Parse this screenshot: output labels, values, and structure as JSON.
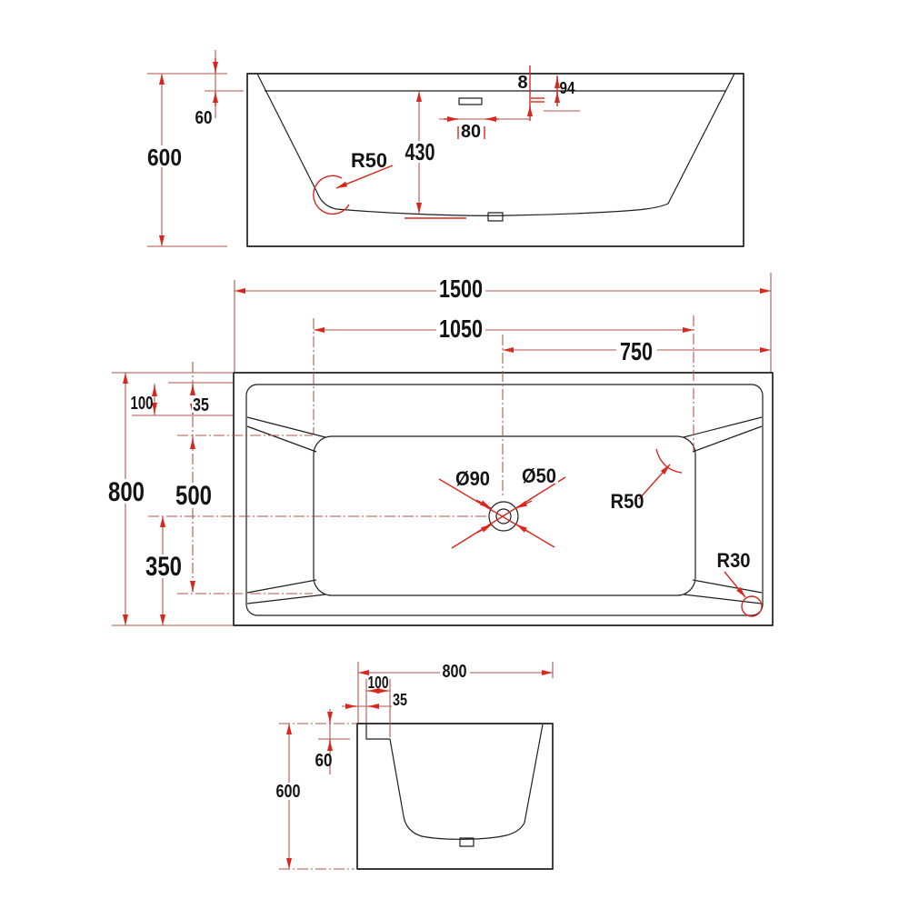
{
  "drawing": {
    "type": "bathtub-technical-drawing",
    "colors": {
      "outline": "#1f1f1f",
      "dim_line": "#b2564e",
      "accent_red": "#d8271f",
      "background": "#ffffff"
    },
    "front": {
      "labels": {
        "rim_drop": "60",
        "total_height": "600",
        "corner_radius": "R50",
        "depth": "430",
        "overflow_gap": "8",
        "overflow_drop": "94",
        "overflow_width": "80"
      }
    },
    "plan": {
      "labels": {
        "total_length": "1500",
        "basin_length": "1050",
        "half_length": "750",
        "rim_band": "100",
        "rim_edge": "35",
        "total_width": "800",
        "basin_width": "500",
        "drain_offset": "350",
        "drain_dia": "Ø90",
        "waste_dia": "Ø50",
        "basin_corner_radius": "R50",
        "rim_corner_radius": "R30"
      }
    },
    "side": {
      "labels": {
        "total_width": "800",
        "ledge_width": "100",
        "wall_offset": "35",
        "rim_drop": "60",
        "total_height": "600"
      }
    }
  }
}
